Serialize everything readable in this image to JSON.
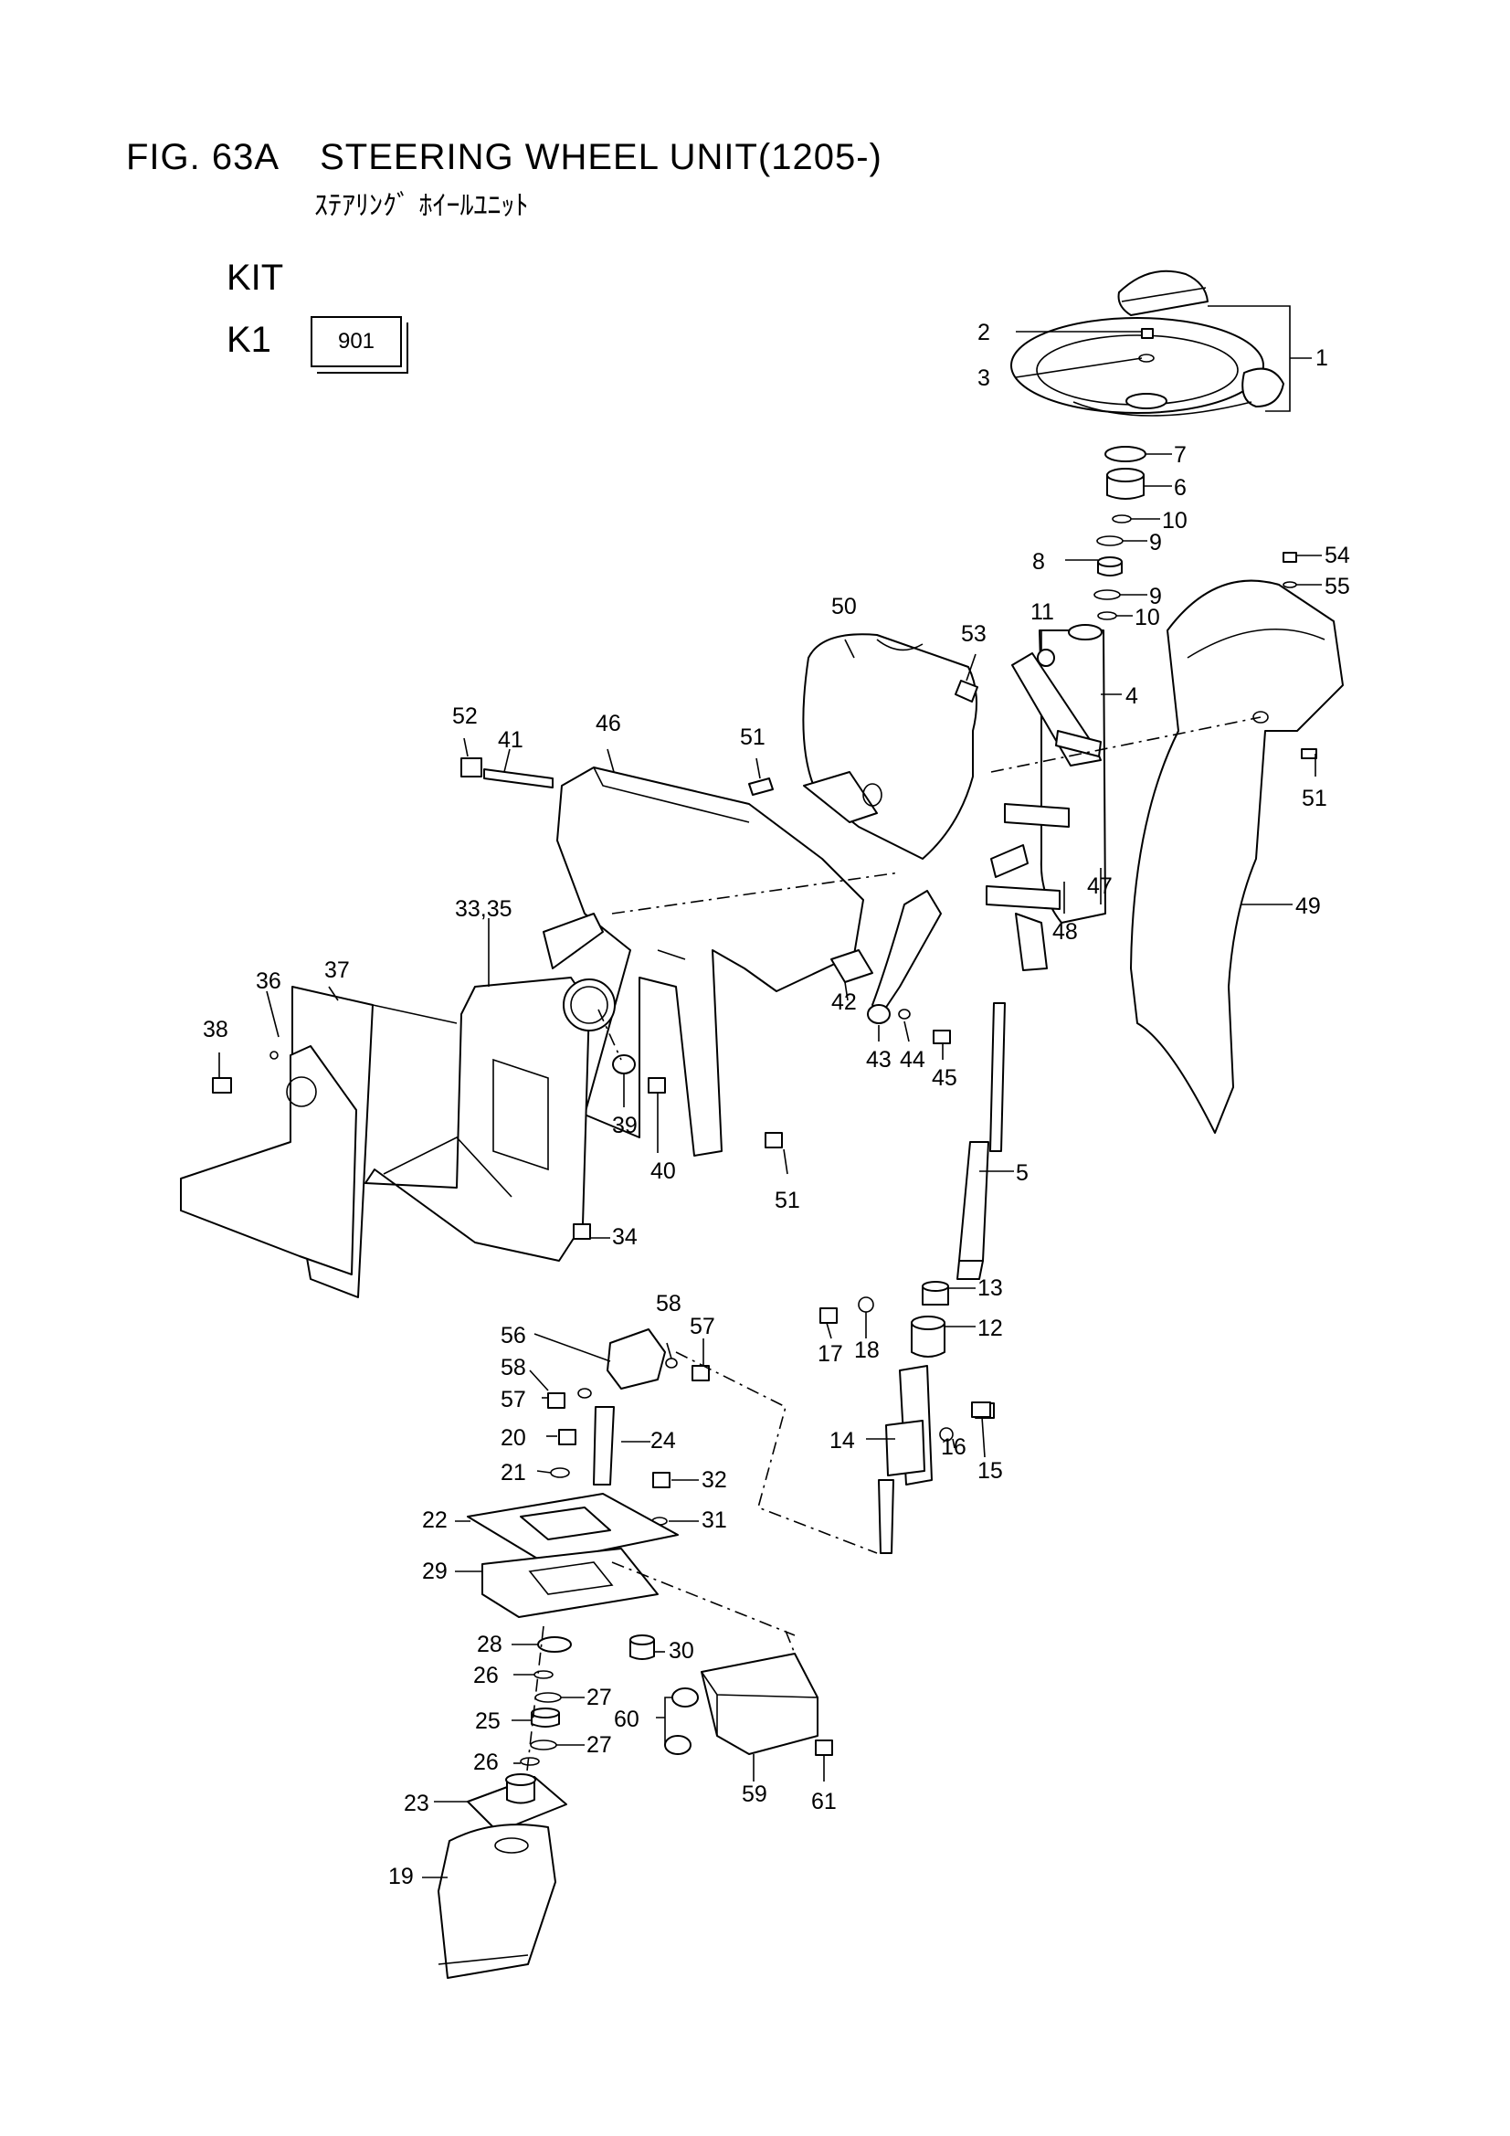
{
  "header": {
    "figure": "FIG. 63A",
    "title": "STEERING WHEEL UNIT(1205-)",
    "subtitle_jp": "ｽﾃｱﾘﾝｸﾞ ﾎｲｰﾙﾕﾆｯﾄ"
  },
  "kit": {
    "label": "KIT",
    "row_label": "K1",
    "box": "901"
  },
  "callouts": [
    {
      "id": "c1",
      "text": "1"
    },
    {
      "id": "c2",
      "text": "2"
    },
    {
      "id": "c3",
      "text": "3"
    },
    {
      "id": "c4",
      "text": "4"
    },
    {
      "id": "c5",
      "text": "5"
    },
    {
      "id": "c6",
      "text": "6"
    },
    {
      "id": "c7",
      "text": "7"
    },
    {
      "id": "c8",
      "text": "8"
    },
    {
      "id": "c9a",
      "text": "9"
    },
    {
      "id": "c9b",
      "text": "9"
    },
    {
      "id": "c10a",
      "text": "10"
    },
    {
      "id": "c10b",
      "text": "10"
    },
    {
      "id": "c11",
      "text": "11"
    },
    {
      "id": "c12",
      "text": "12"
    },
    {
      "id": "c13",
      "text": "13"
    },
    {
      "id": "c14",
      "text": "14"
    },
    {
      "id": "c15",
      "text": "15"
    },
    {
      "id": "c16",
      "text": "16"
    },
    {
      "id": "c17",
      "text": "17"
    },
    {
      "id": "c18",
      "text": "18"
    },
    {
      "id": "c19",
      "text": "19"
    },
    {
      "id": "c20",
      "text": "20"
    },
    {
      "id": "c21",
      "text": "21"
    },
    {
      "id": "c22",
      "text": "22"
    },
    {
      "id": "c23",
      "text": "23"
    },
    {
      "id": "c24",
      "text": "24"
    },
    {
      "id": "c25",
      "text": "25"
    },
    {
      "id": "c26a",
      "text": "26"
    },
    {
      "id": "c26b",
      "text": "26"
    },
    {
      "id": "c27a",
      "text": "27"
    },
    {
      "id": "c27b",
      "text": "27"
    },
    {
      "id": "c28",
      "text": "28"
    },
    {
      "id": "c29",
      "text": "29"
    },
    {
      "id": "c30",
      "text": "30"
    },
    {
      "id": "c31",
      "text": "31"
    },
    {
      "id": "c32",
      "text": "32"
    },
    {
      "id": "c3335",
      "text": "33,35"
    },
    {
      "id": "c34",
      "text": "34"
    },
    {
      "id": "c36",
      "text": "36"
    },
    {
      "id": "c37",
      "text": "37"
    },
    {
      "id": "c38",
      "text": "38"
    },
    {
      "id": "c39",
      "text": "39"
    },
    {
      "id": "c40",
      "text": "40"
    },
    {
      "id": "c41",
      "text": "41"
    },
    {
      "id": "c42",
      "text": "42"
    },
    {
      "id": "c43",
      "text": "43"
    },
    {
      "id": "c44",
      "text": "44"
    },
    {
      "id": "c45",
      "text": "45"
    },
    {
      "id": "c46",
      "text": "46"
    },
    {
      "id": "c47",
      "text": "47"
    },
    {
      "id": "c48",
      "text": "48"
    },
    {
      "id": "c49",
      "text": "49"
    },
    {
      "id": "c50",
      "text": "50"
    },
    {
      "id": "c51a",
      "text": "51"
    },
    {
      "id": "c51b",
      "text": "51"
    },
    {
      "id": "c51c",
      "text": "51"
    },
    {
      "id": "c52",
      "text": "52"
    },
    {
      "id": "c53",
      "text": "53"
    },
    {
      "id": "c54",
      "text": "54"
    },
    {
      "id": "c55",
      "text": "55"
    },
    {
      "id": "c56",
      "text": "56"
    },
    {
      "id": "c57a",
      "text": "57"
    },
    {
      "id": "c57b",
      "text": "57"
    },
    {
      "id": "c58a",
      "text": "58"
    },
    {
      "id": "c58b",
      "text": "58"
    },
    {
      "id": "c59",
      "text": "59"
    },
    {
      "id": "c60",
      "text": "60"
    },
    {
      "id": "c61",
      "text": "61"
    }
  ]
}
